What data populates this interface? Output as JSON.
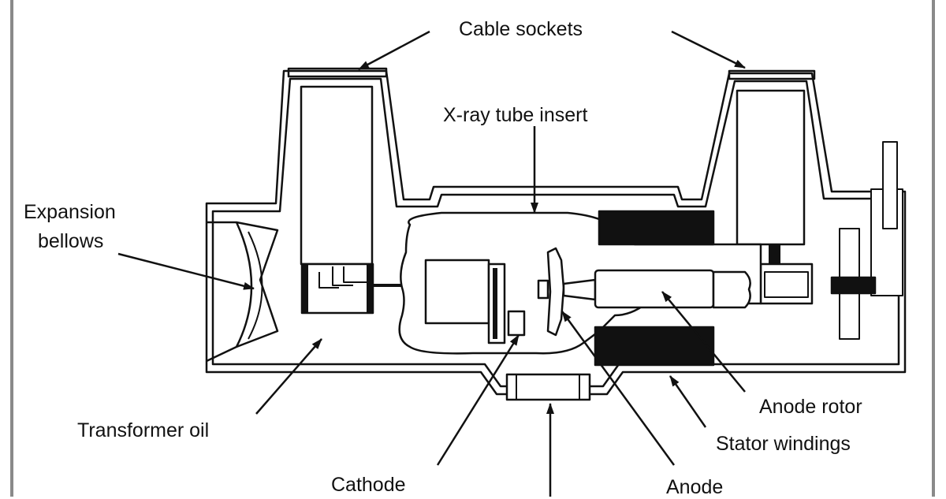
{
  "colors": {
    "line": "#111111",
    "fill": "#ffffff",
    "dark": "#111111",
    "frame": "#8a8a8a"
  },
  "labels": {
    "cable_sockets": "Cable sockets",
    "xray_tube_insert": "X-ray tube insert",
    "expansion_bellows_line1": "Expansion",
    "expansion_bellows_line2": "bellows",
    "transformer_oil": "Transformer oil",
    "anode_rotor": "Anode rotor",
    "stator_windings": "Stator windings",
    "cathode": "Cathode",
    "anode": "Anode"
  }
}
